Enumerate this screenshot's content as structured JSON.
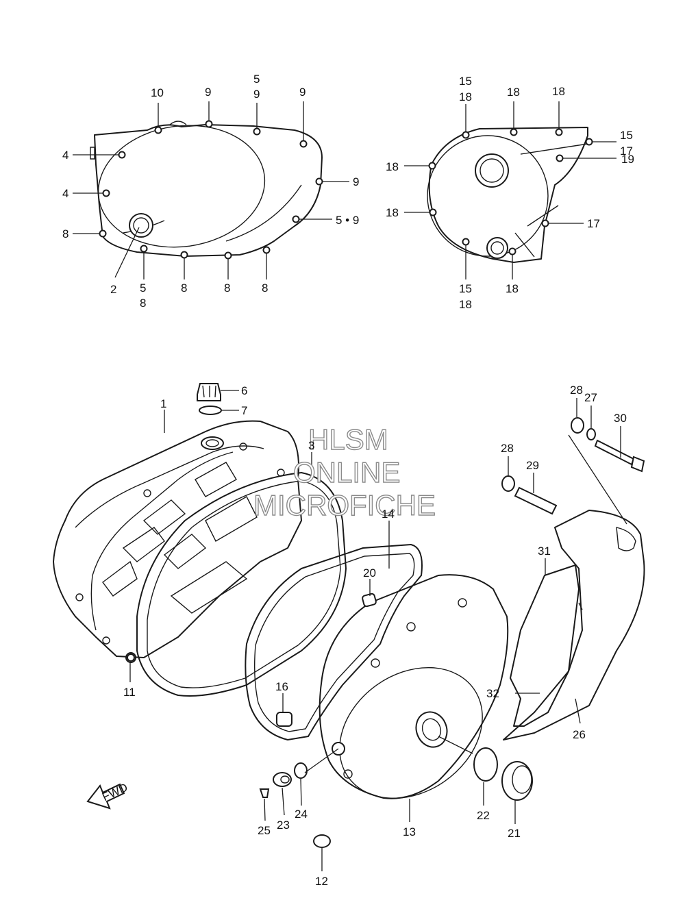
{
  "watermark": {
    "line1": "HLSM",
    "line2": "ONLINE",
    "line3": "MICROFICHE"
  },
  "fwd_label": "FWD",
  "labels": {
    "l_10": "10",
    "l_9a": "9",
    "l_5a": "5",
    "l_9b": "9",
    "l_9c": "9",
    "l_4a": "4",
    "l_4b": "4",
    "l_8a": "8",
    "l_9d": "9",
    "l_59": "5 • 9",
    "l_2": "2",
    "l_5b": "5",
    "l_8b": "8",
    "l_8c": "8",
    "l_8d": "8",
    "l_8e": "8",
    "l_15a": "15",
    "l_18a": "18",
    "l_18b": "18",
    "l_18c": "18",
    "l_15b": "15",
    "l_17a": "17",
    "l_18d": "18",
    "l_19": "19",
    "l_18e": "18",
    "l_17b": "17",
    "l_15c": "15",
    "l_18f": "18",
    "l_18g": "18",
    "l_1": "1",
    "l_6": "6",
    "l_7": "7",
    "l_3": "3",
    "l_14": "14",
    "l_20": "20",
    "l_11": "11",
    "l_16": "16",
    "l_25": "25",
    "l_23": "23",
    "l_24": "24",
    "l_12": "12",
    "l_13": "13",
    "l_22": "22",
    "l_21": "21",
    "l_28a": "28",
    "l_27": "27",
    "l_30": "30",
    "l_28b": "28",
    "l_29": "29",
    "l_31": "31",
    "l_32": "32",
    "l_26": "26"
  }
}
